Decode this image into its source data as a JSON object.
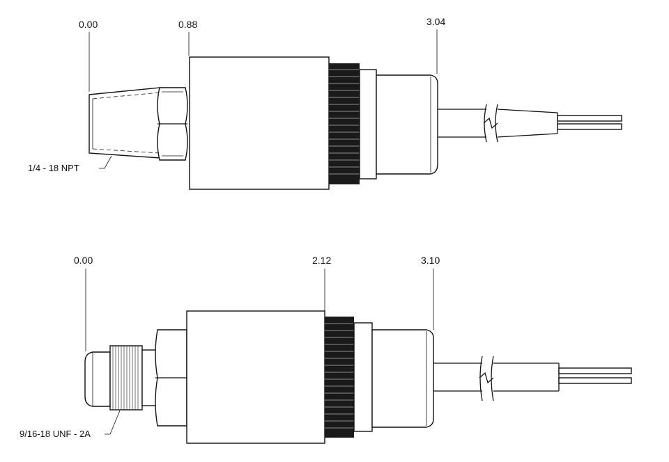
{
  "top_view": {
    "dimensions": [
      "0.00",
      "0.88",
      "3.04"
    ],
    "thread_callout": "1/4 - 18 NPT"
  },
  "bottom_view": {
    "dimensions": [
      "0.00",
      "2.12",
      "3.10"
    ],
    "thread_callout": "9/16-18 UNF - 2A"
  },
  "colors": {
    "line": "#111111",
    "background": "#ffffff"
  }
}
